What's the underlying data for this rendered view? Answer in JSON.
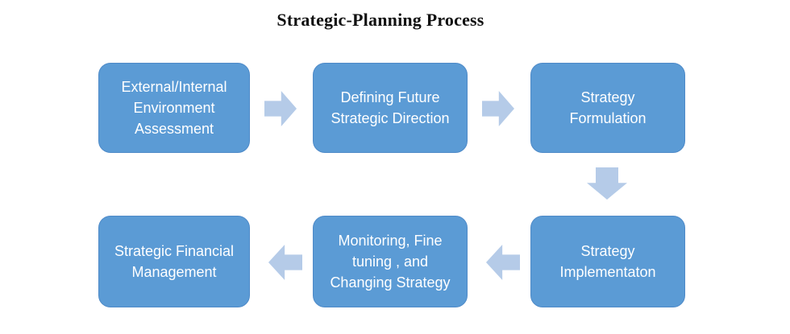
{
  "title": "Strategic-Planning Process",
  "colors": {
    "box_fill": "#5B9BD5",
    "box_border": "#4E8AC8",
    "arrow_fill": "#B5CBE8",
    "box_text": "#FFFFFF",
    "title_color": "#111111"
  },
  "flow": {
    "top_row": [
      {
        "name": "external-internal-environment-assessment",
        "lines": [
          "External/Internal",
          "Environment",
          "Assessment"
        ]
      },
      {
        "name": "defining-future-strategic-direction",
        "lines": [
          "Defining Future",
          "Strategic Direction"
        ]
      },
      {
        "name": "strategy-formulation",
        "lines": [
          "Strategy",
          "Formulation"
        ]
      }
    ],
    "bottom_row": [
      {
        "name": "strategic-financial-management",
        "lines": [
          "Strategic Financial",
          "Management"
        ]
      },
      {
        "name": "monitoring-fine-tuning-changing-strategy",
        "lines": [
          "Monitoring, Fine",
          "tuning , and",
          "Changing Strategy"
        ]
      },
      {
        "name": "strategy-implementation",
        "lines": [
          "Strategy",
          "Implementaton"
        ]
      }
    ],
    "arrows": [
      {
        "name": "arrow-step1-to-step2",
        "direction": "right"
      },
      {
        "name": "arrow-step2-to-step3",
        "direction": "right"
      },
      {
        "name": "arrow-step3-to-step4",
        "direction": "down"
      },
      {
        "name": "arrow-step4-to-step5",
        "direction": "left"
      },
      {
        "name": "arrow-step5-to-step6",
        "direction": "left"
      }
    ]
  }
}
